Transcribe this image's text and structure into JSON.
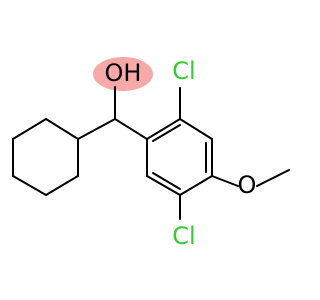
{
  "molecule": {
    "atoms": {
      "hydroxyl": {
        "text": "OH",
        "color": "#000000",
        "highlight": "#f7a8a8"
      },
      "chloro_top": {
        "text": "Cl",
        "color": "#33cc33"
      },
      "chloro_bottom": {
        "text": "Cl",
        "color": "#33cc33"
      },
      "methoxy_o": {
        "text": "O",
        "color": "#000000"
      }
    },
    "bond_color": "#000000"
  }
}
